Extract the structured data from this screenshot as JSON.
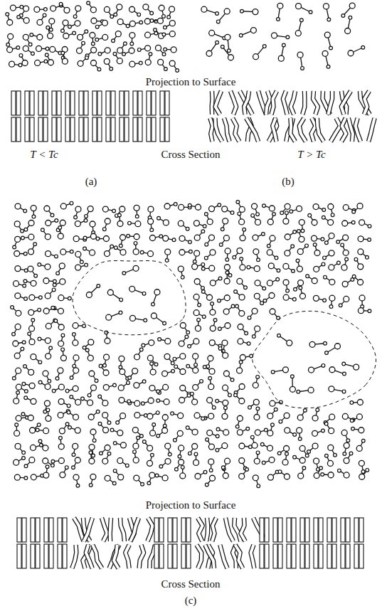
{
  "diagram": {
    "labels": [
      "Projection to Surface",
      "T < Tc",
      "Cross Section",
      "T > Tc",
      "(a)",
      "(b)",
      "Projection to Surface",
      "Cross Section",
      "(c)"
    ]
  }
}
